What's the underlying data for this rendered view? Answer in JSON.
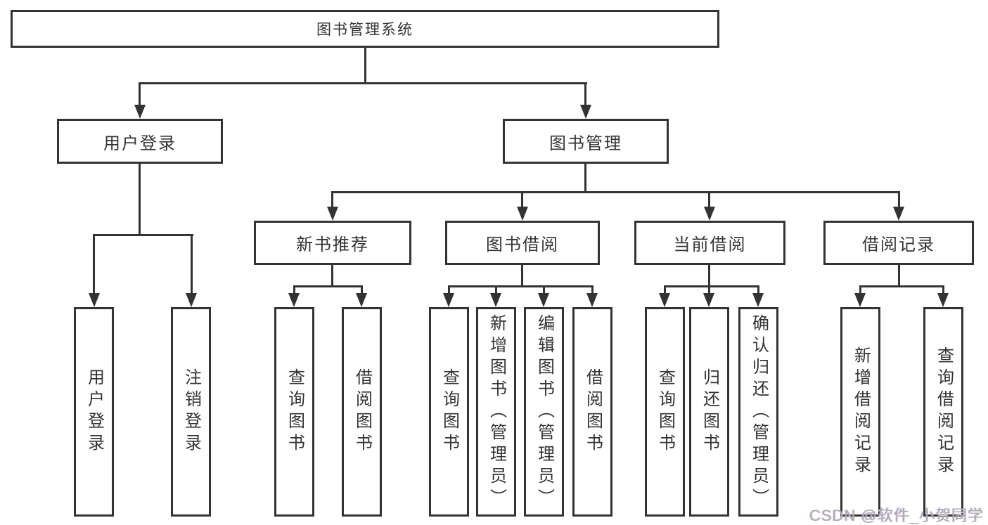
{
  "tree": {
    "root": {
      "label": "图书管理系统"
    },
    "branches": [
      {
        "label": "用户登录",
        "children": [
          "用户登录",
          "注销登录"
        ]
      },
      {
        "label": "图书管理",
        "sections": [
          {
            "label": "新书推荐",
            "children": [
              "查询图书",
              "借阅图书"
            ]
          },
          {
            "label": "图书借阅",
            "children": [
              "查询图书",
              "新增图书（管理员）",
              "编辑图书（管理员）",
              "借阅图书"
            ]
          },
          {
            "label": "当前借阅",
            "children": [
              "查询图书",
              "归还图书",
              "确认归还（管理员）"
            ]
          },
          {
            "label": "借阅记录",
            "children": [
              "新增借阅记录",
              "查询借阅记录"
            ]
          }
        ]
      }
    ]
  },
  "watermark": {
    "text": "CSDN @软件_小贺同学"
  },
  "colors": {
    "line": "#333333",
    "box_border": "#333333",
    "box_background": "#ffffff",
    "text": "#333333",
    "watermark": "#a9a9b2"
  }
}
